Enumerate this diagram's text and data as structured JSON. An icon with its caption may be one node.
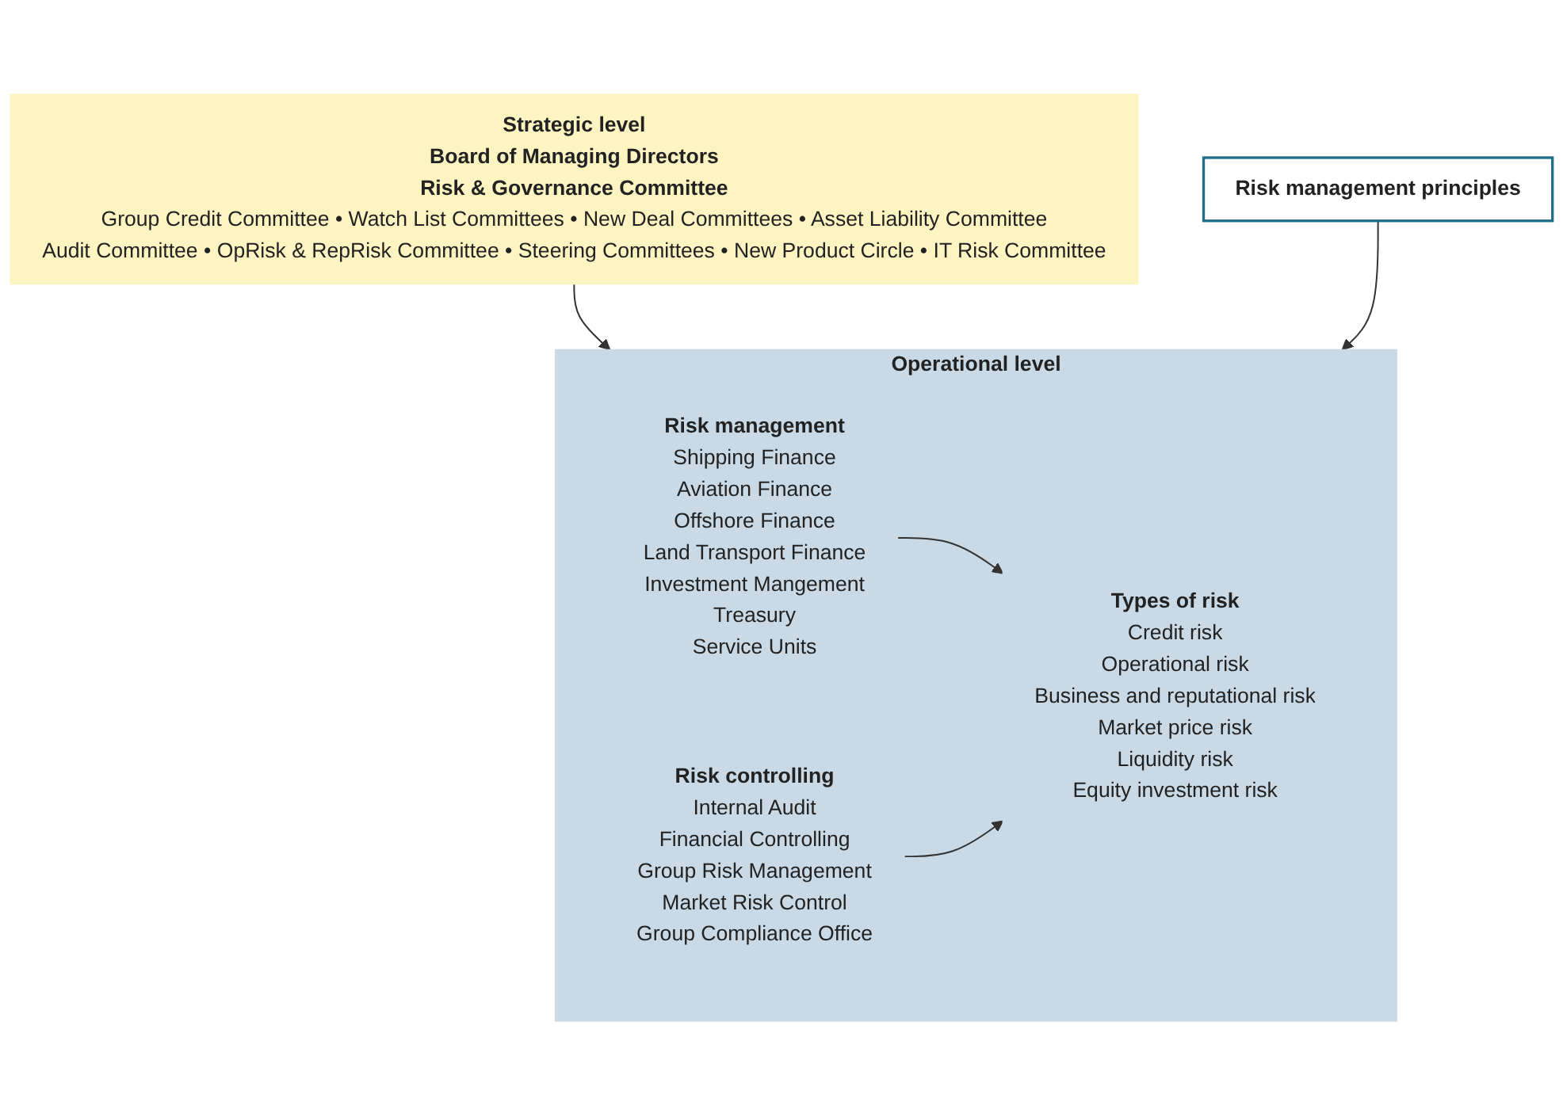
{
  "diagram": {
    "nodes": [
      {
        "text": [
          "Strategic level",
          "Board of Managing Directors",
          "Risk & Governance Committee",
          "Group Credit Committee • Watch List Committees • New Deal Committees • Asset Liability Committee",
          "Audit Committee • OpRisk & RepRisk Committee • Steering Committees • New Product Circle • IT Risk Committee"
        ]
      },
      {
        "text": [
          "Operational level"
        ]
      },
      {
        "text": [
          "Risk management",
          "Shipping Finance",
          "Aviation Finance",
          "Offshore Finance",
          "Land Transport Finance",
          "Investment Mangement",
          "Treasury",
          "Service Units"
        ],
        "in": 1
      },
      {
        "text": [
          "Types of risk",
          "Credit risk",
          "Operational risk",
          "Business and reputational risk",
          "Market price risk",
          "Liquidity risk",
          "Equity investment risk"
        ],
        "in": 1
      },
      {
        "text": [
          "Risk controlling",
          "Internal Audit",
          "Financial Controlling",
          "Group Risk Management",
          "Market Risk Control",
          "Group Compliance Office"
        ],
        "in": 1
      },
      {
        "text": [
          "Risk management principles"
        ]
      }
    ],
    "edges": [
      {
        "from": 0,
        "to": 1,
        "arrow": "to"
      },
      {
        "from": 2,
        "to": 3,
        "arrow": "to"
      },
      {
        "from": 4,
        "to": 3,
        "arrow": "to"
      },
      {
        "from": 5,
        "to": 1,
        "arrow": "to"
      }
    ]
  }
}
